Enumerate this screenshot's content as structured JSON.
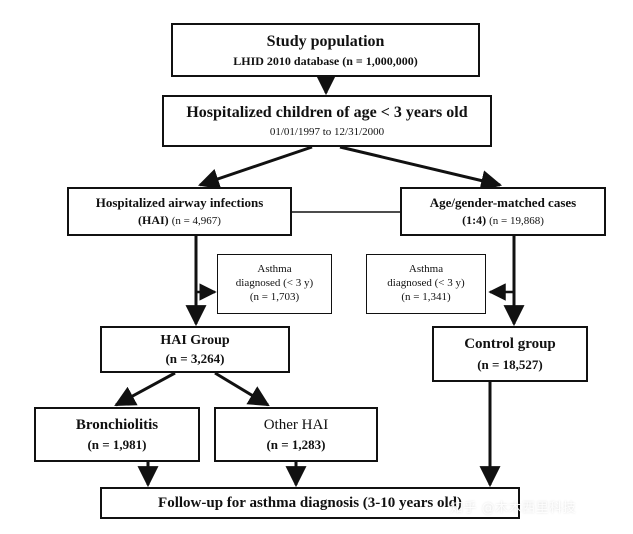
{
  "study_population": {
    "title": "Study population",
    "subtitle": "LHID 2010 database (n = 1,000,000)"
  },
  "hospitalized_children": {
    "title": "Hospitalized children of age < 3 years old",
    "subtitle": "01/01/1997 to 12/31/2000"
  },
  "hai": {
    "title": "Hospitalized airway infections",
    "abbr": "(HAI)",
    "count": "(n = 4,967)"
  },
  "matched": {
    "title": "Age/gender-matched cases",
    "ratio": "(1:4)",
    "count": "(n = 19,868)"
  },
  "asthma_left": {
    "line1": "Asthma",
    "line2": "diagnosed (< 3 y)",
    "line3": "(n = 1,703)"
  },
  "asthma_right": {
    "line1": "Asthma",
    "line2": "diagnosed (< 3 y)",
    "line3": "(n = 1,341)"
  },
  "hai_group": {
    "title": "HAI Group",
    "count": "(n = 3,264)"
  },
  "control_group": {
    "title": "Control group",
    "count": "(n = 18,527)"
  },
  "bronchiolitis": {
    "title": "Bronchiolitis",
    "count": "(n = 1,981)"
  },
  "other_hai": {
    "title": "Other HAI",
    "count": "(n = 1,283)"
  },
  "followup": {
    "label": "Follow-up for asthma diagnosis (3-10 years old)"
  },
  "watermark": {
    "text": "知乎 @木木西里科技"
  }
}
